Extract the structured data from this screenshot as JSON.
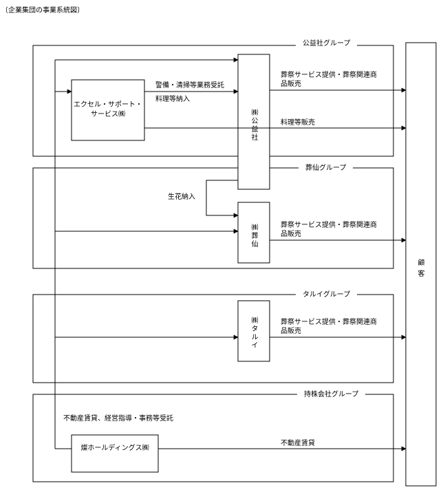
{
  "title": "〔企業集団の事業系統図〕",
  "groups": {
    "koeki": "公益社グループ",
    "sosen": "葬仙グループ",
    "tarui": "タルイグループ",
    "holding": "持株会社グループ"
  },
  "entities": {
    "excel_line1": "エクセル・サポート・",
    "excel_line2": "サービス㈱",
    "koeki": "㈱公益社",
    "sosen": "㈱葬仙",
    "tarui": "㈱タルイ",
    "holding": "燦ホールディングス㈱",
    "customer": "顧客"
  },
  "flows": {
    "guard": "警備・清掃等業務受託",
    "cuisine_in": "料理等納入",
    "funeral_koeki_1": "葬祭サービス提供・葬祭関連商",
    "funeral_koeki_2": "品販売",
    "cuisine_sale": "料理等販売",
    "flowers": "生花納入",
    "funeral_sosen_1": "葬祭サービス提供・葬祭関連商",
    "funeral_sosen_2": "品販売",
    "funeral_tarui_1": "葬祭サービス提供・葬祭関連商",
    "funeral_tarui_2": "品販売",
    "realestate_mgmt": "不動産賃貸、経営指導・事務等受託",
    "realestate_rent": "不動産賃貸"
  }
}
